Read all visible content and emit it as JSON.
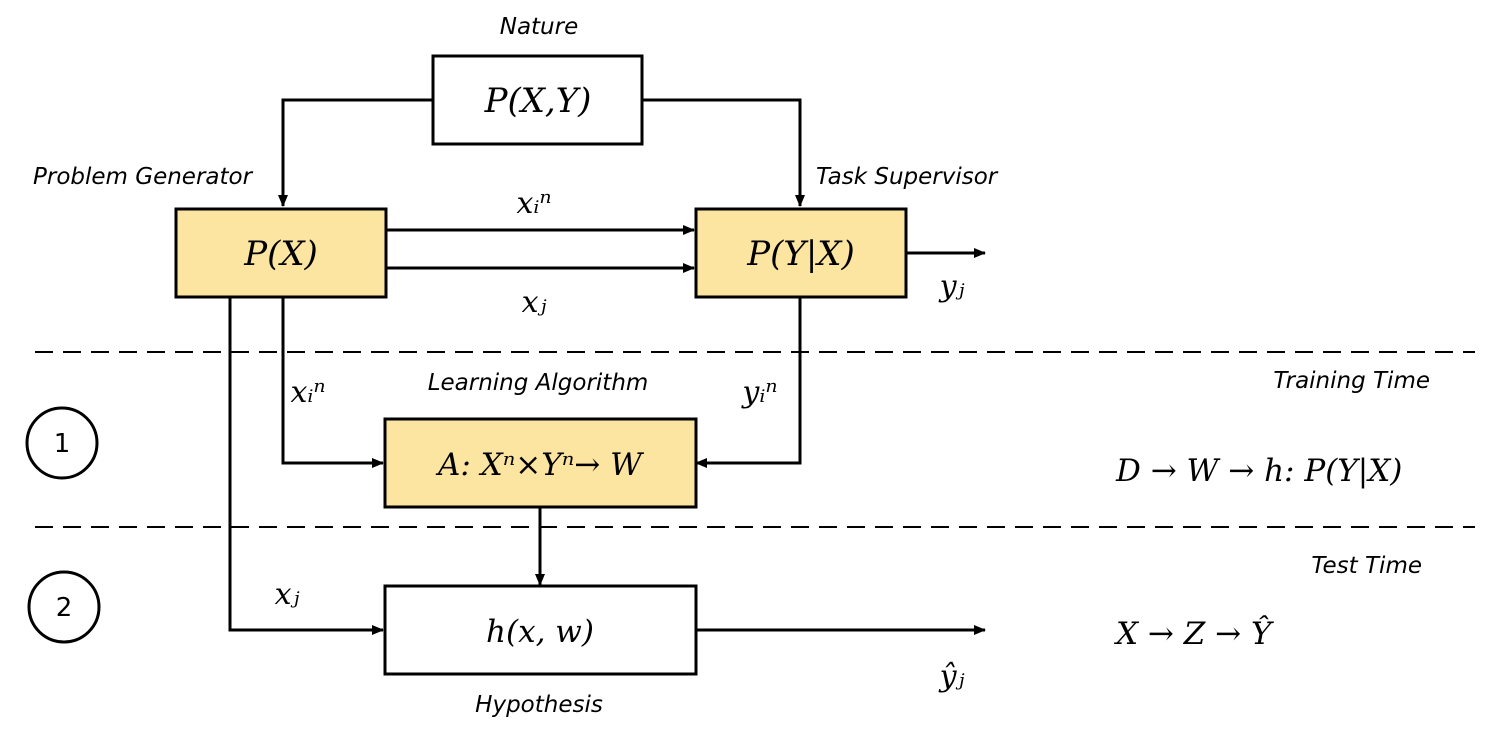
{
  "captions": {
    "nature": "Nature",
    "problem_generator": "Problem Generator",
    "task_supervisor": "Task Supervisor",
    "learning_algorithm": "Learning Algorithm",
    "training_time": "Training Time",
    "test_time": "Test Time",
    "hypothesis": "Hypothesis"
  },
  "boxes": {
    "nature": "P(X,Y)",
    "problem_generator": "P(X)",
    "task_supervisor": "P(Y|X)",
    "learning_algorithm": "A: Xⁿ×Yⁿ→ W",
    "hypothesis": "h(x, w)"
  },
  "edge_labels": {
    "x_i_n_top": "xᵢⁿ",
    "x_j_top": "xⱼ",
    "y_j": "yⱼ",
    "x_i_n_left": "xᵢⁿ",
    "y_i_n_right": "yᵢⁿ",
    "x_j_bottom": "xⱼ",
    "y_hat_j": "ŷⱼ"
  },
  "stages": {
    "one": "1",
    "two": "2"
  },
  "formulas": {
    "training": "D → W → h: P(Y|X)",
    "test": "X → Z → Ŷ"
  },
  "colors": {
    "highlight_fill": "#FCE4A1",
    "plain_fill": "#FFFFFF",
    "stroke": "#000000"
  }
}
